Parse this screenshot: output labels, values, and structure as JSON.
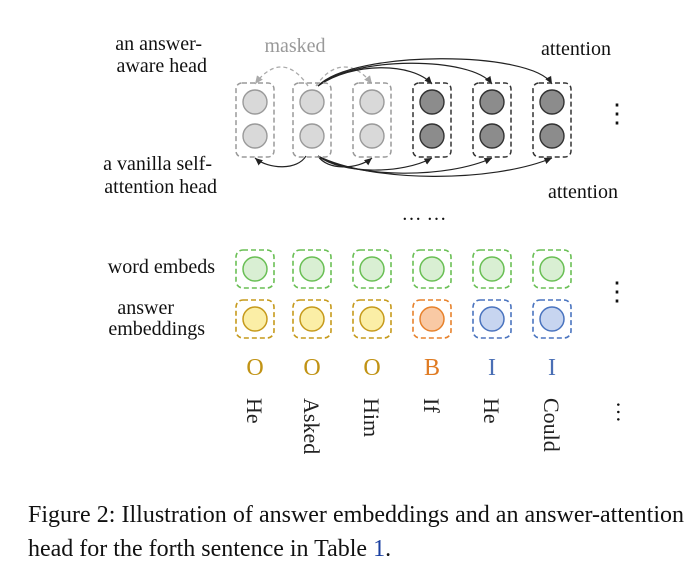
{
  "labels": {
    "answer_head": [
      "an answer-",
      "aware head"
    ],
    "masked": "masked",
    "attention_top": "attention",
    "vanilla_head": [
      "a vanilla self-",
      "attention head"
    ],
    "attention_bottom": "attention",
    "ellipsis": "… …",
    "vdots": "⋮",
    "word_embeds": "word embeds",
    "answer_embeddings": [
      "answer",
      "embeddings"
    ],
    "hdots": "…"
  },
  "columns": [
    {
      "tag": "O",
      "word": "He",
      "head_state": "masked",
      "answer_type": "O"
    },
    {
      "tag": "O",
      "word": "Asked",
      "head_state": "masked",
      "answer_type": "O"
    },
    {
      "tag": "O",
      "word": "Him",
      "head_state": "masked",
      "answer_type": "O"
    },
    {
      "tag": "B",
      "word": "If",
      "head_state": "attended",
      "answer_type": "B"
    },
    {
      "tag": "I",
      "word": "He",
      "head_state": "attended",
      "answer_type": "I"
    },
    {
      "tag": "I",
      "word": "Could",
      "head_state": "attended",
      "answer_type": "I"
    }
  ],
  "colors": {
    "masked_fill": "#d9d9d9",
    "masked_stroke": "#9a9a9a",
    "attended_fill": "#8c8c8c",
    "attended_stroke": "#333333",
    "word_fill": "#d9efd3",
    "word_stroke": "#6abf55",
    "O_fill": "#fbeea6",
    "O_stroke": "#c69a1c",
    "B_fill": "#f9c9a4",
    "B_stroke": "#e7822c",
    "I_fill": "#c7d5f0",
    "I_stroke": "#4a74bf",
    "O_text": "#c19315",
    "B_text": "#e07b22",
    "I_text": "#4a6fb5"
  },
  "caption": {
    "text": "Figure 2:  Illustration of answer embeddings and an answer-attention head for the forth sentence in Table ",
    "ref": "1",
    "end": "."
  }
}
